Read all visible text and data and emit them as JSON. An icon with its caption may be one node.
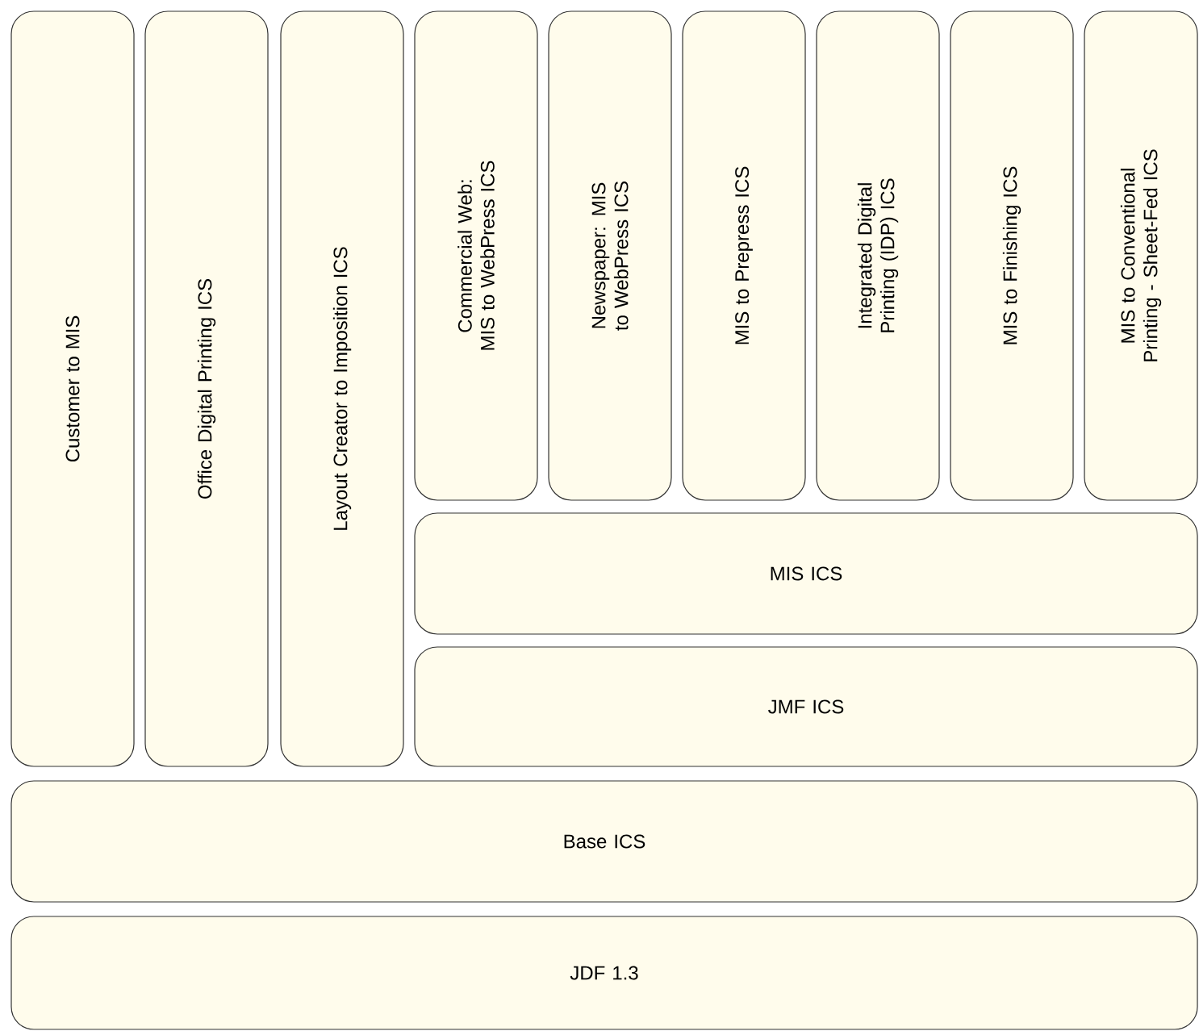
{
  "diagram": {
    "nodes": [
      {
        "text": [
          "Customer to MIS"
        ]
      },
      {
        "text": [
          "Office Digital Printing ICS"
        ]
      },
      {
        "text": [
          "Layout Creator to Imposition ICS"
        ]
      },
      {
        "text": [
          "Commercial Web: MIS to WebPress ICS"
        ]
      },
      {
        "text": [
          "Newspaper: MIS to WebPress ICS"
        ]
      },
      {
        "text": [
          "MIS to Prepress ICS"
        ]
      },
      {
        "text": [
          "Integrated Digital Printing (IDP) ICS"
        ]
      },
      {
        "text": [
          "MIS to Finishing ICS"
        ]
      },
      {
        "text": [
          "MIS to Conventional Printing - Sheet-Fed ICS"
        ]
      },
      {
        "text": [
          "MIS ICS"
        ]
      },
      {
        "text": [
          "JMF ICS"
        ]
      },
      {
        "text": [
          "Base ICS"
        ]
      },
      {
        "text": [
          "JDF 1.3"
        ]
      }
    ]
  }
}
